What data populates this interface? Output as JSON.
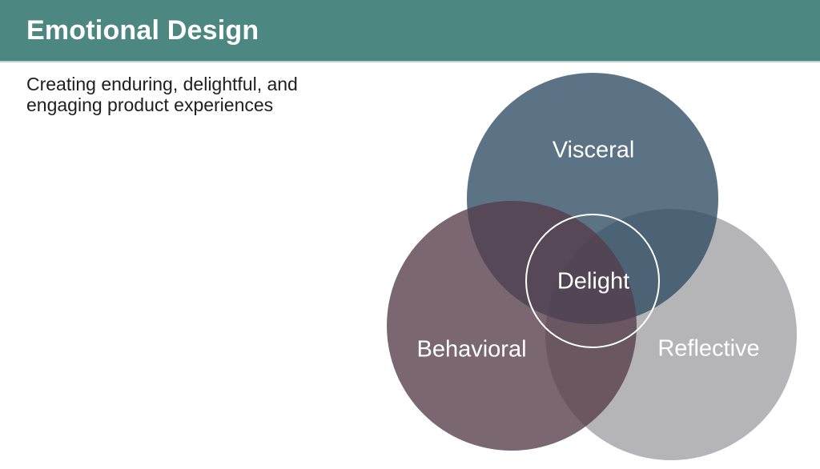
{
  "header": {
    "title": "Emotional Design",
    "bg_color": "#4d8781",
    "accent_line_color": "#b7d5d1",
    "title_color": "#ffffff"
  },
  "intro": {
    "subtitle": "Creating enduring, delightful, and\nengaging product experiences",
    "text_color": "#1e1e1e"
  },
  "venn": {
    "type": "venn-diagram",
    "circles": [
      {
        "id": "visceral",
        "label": "Visceral",
        "fill": "rgba(45,76,99,0.78)",
        "solid_hex": "#5b7385"
      },
      {
        "id": "behavioral",
        "label": "Behavioral",
        "fill": "rgba(85,60,74,0.78)",
        "solid_hex": "#7a6772"
      },
      {
        "id": "reflective",
        "label": "Reflective",
        "fill": "rgba(160,160,163,0.78)",
        "solid_hex": "#b5b5b7"
      }
    ],
    "center": {
      "label": "Delight",
      "ring_color": "#ffffff"
    },
    "label_color": "#ffffff"
  }
}
